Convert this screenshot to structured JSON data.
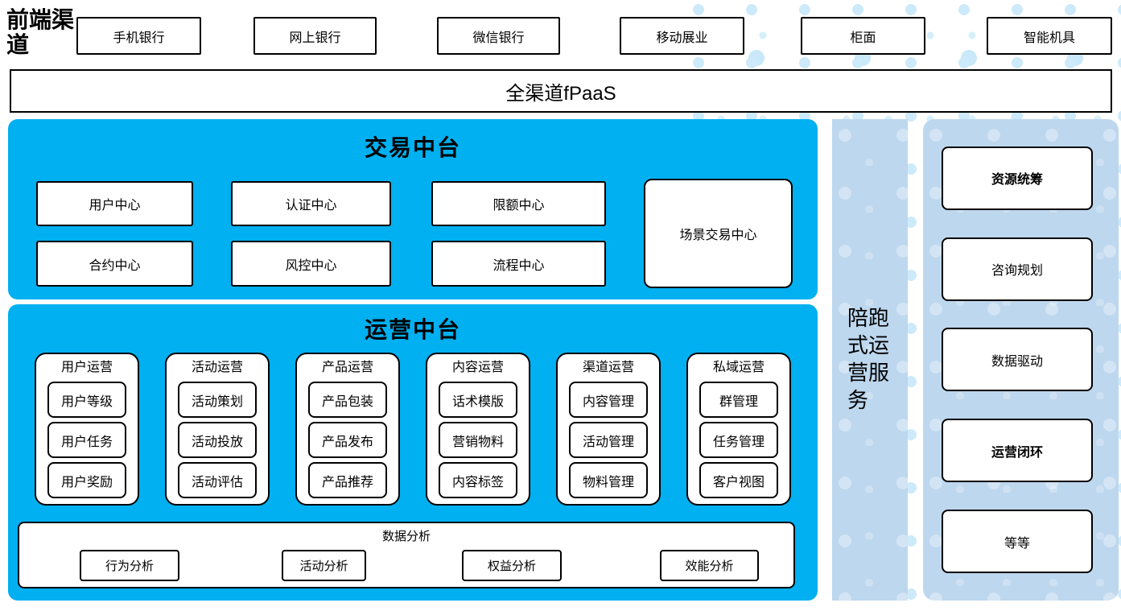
{
  "front_channels": {
    "label": "前端渠道",
    "items": [
      "手机银行",
      "网上银行",
      "微信银行",
      "移动展业",
      "柜面",
      "智能机具"
    ]
  },
  "fpaas_bar": {
    "label": "全渠道fPaaS"
  },
  "trade_platform": {
    "title": "交易中台",
    "centers": [
      "用户中心",
      "认证中心",
      "限额中心",
      "合约中心",
      "风控中心",
      "流程中心"
    ],
    "scene_center": "场景交易中心"
  },
  "operation_platform": {
    "title": "运营中台",
    "groups": [
      {
        "title": "用户运营",
        "items": [
          "用户等级",
          "用户任务",
          "用户奖励"
        ]
      },
      {
        "title": "活动运营",
        "items": [
          "活动策划",
          "活动投放",
          "活动评估"
        ]
      },
      {
        "title": "产品运营",
        "items": [
          "产品包装",
          "产品发布",
          "产品推荐"
        ]
      },
      {
        "title": "内容运营",
        "items": [
          "话术模版",
          "营销物料",
          "内容标签"
        ]
      },
      {
        "title": "渠道运营",
        "items": [
          "内容管理",
          "活动管理",
          "物料管理"
        ]
      },
      {
        "title": "私域运营",
        "items": [
          "群管理",
          "任务管理",
          "客户视图"
        ]
      }
    ],
    "analysis": {
      "title": "数据分析",
      "items": [
        "行为分析",
        "活动分析",
        "权益分析",
        "效能分析"
      ]
    }
  },
  "side_bar": {
    "label": "陪跑式运营服务"
  },
  "service_panel": {
    "items": [
      {
        "label": "资源统筹",
        "bold": true
      },
      {
        "label": "咨询规划",
        "bold": false
      },
      {
        "label": "数据驱动",
        "bold": false
      },
      {
        "label": "运营闭环",
        "bold": true
      },
      {
        "label": "等等",
        "bold": false
      }
    ]
  },
  "colors": {
    "accent_blue": "#00B0F0",
    "light_blue": "#BDD7EE",
    "dot_blue": "#CDEAFA"
  }
}
